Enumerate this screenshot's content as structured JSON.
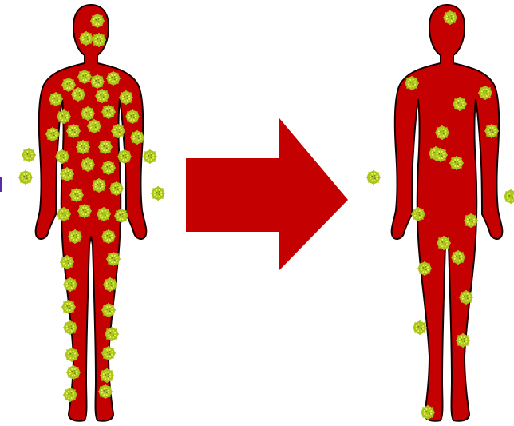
{
  "figure": {
    "colors": {
      "body_fill": "#c40000",
      "body_outline": "#1a0000",
      "arrow_fill": "#c40000",
      "pathogen_core": "#e8ef55",
      "pathogen_rim": "#a9c41a",
      "pathogen_dots": "#5f7a12",
      "edge_mark": "#5a2aa8"
    },
    "panels": [
      {
        "state": "before",
        "figure_icon": "human-body-icon",
        "marker_icon": "virus-icon",
        "marker_count": 52
      },
      {
        "state": "after",
        "figure_icon": "human-body-icon",
        "marker_icon": "virus-icon",
        "marker_count": 22
      }
    ],
    "transition_icon": "right-arrow-icon"
  }
}
